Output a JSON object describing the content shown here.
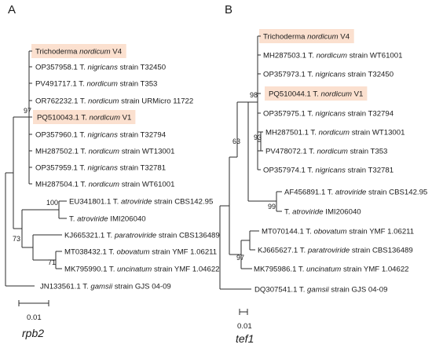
{
  "panels": [
    {
      "letter": "A",
      "gene": "rpb2",
      "scale_label": "0.01",
      "tips": [
        {
          "acc": "",
          "genus": "Trichoderma",
          "sp": "nordicum",
          "rest": "V4",
          "highlight": true
        },
        {
          "acc": "OP357958.1",
          "genus": "T.",
          "sp": "nigricans",
          "rest": "strain T32450"
        },
        {
          "acc": "PV491717.1",
          "genus": "T.",
          "sp": "nordicum",
          "rest": "strain T353"
        },
        {
          "acc": "OR762232.1",
          "genus": "T.",
          "sp": "nordicum",
          "rest": "strain URMicro 11722"
        },
        {
          "acc": "PQ510043.1",
          "genus": "T.",
          "sp": "nordicum",
          "rest": "V1",
          "highlight": true
        },
        {
          "acc": "OP357960.1",
          "genus": "T.",
          "sp": "nigricans",
          "rest": "strain T32794"
        },
        {
          "acc": "MH287502.1",
          "genus": "T.",
          "sp": "nordicum",
          "rest": "strain WT13001"
        },
        {
          "acc": "OP357959.1",
          "genus": "T.",
          "sp": "nigricans",
          "rest": "strain T32781"
        },
        {
          "acc": "MH287504.1",
          "genus": "T.",
          "sp": "nordicum",
          "rest": "strain WT61001"
        },
        {
          "acc": "EU341801.1",
          "genus": "T.",
          "sp": "atroviride",
          "rest": "strain CBS142.95"
        },
        {
          "acc": "",
          "genus": "T.",
          "sp": "atroviride",
          "rest": "IMI206040"
        },
        {
          "acc": "KJ665321.1",
          "genus": "T.",
          "sp": "paratroviride",
          "rest": "strain CBS136489"
        },
        {
          "acc": "MT038432.1",
          "genus": "T.",
          "sp": "obovatum",
          "rest": "strain YMF 1.06211"
        },
        {
          "acc": "MK795990.1",
          "genus": "T.",
          "sp": "uncinatum",
          "rest": "strain YMF 1.04622"
        },
        {
          "acc": "JN133561.1",
          "genus": "T.",
          "sp": "gamsii",
          "rest": "strain GJS 04-09"
        }
      ],
      "bootstraps": [
        "97",
        "100",
        "73",
        "71"
      ]
    },
    {
      "letter": "B",
      "gene": "tef1",
      "scale_label": "0.01",
      "tips": [
        {
          "acc": "",
          "genus": "Trichoderma",
          "sp": "nordicum",
          "rest": "V4",
          "highlight": true
        },
        {
          "acc": "MH287503.1",
          "genus": "T.",
          "sp": "nordicum",
          "rest": "strain WT61001"
        },
        {
          "acc": "OP357973.1",
          "genus": "T.",
          "sp": "nigricans",
          "rest": "strain T32450"
        },
        {
          "acc": "PQ510044.1",
          "genus": "T.",
          "sp": "nordicum",
          "rest": "V1",
          "highlight": true
        },
        {
          "acc": "OP357975.1",
          "genus": "T.",
          "sp": "nigricans",
          "rest": "strain T32794"
        },
        {
          "acc": "MH287501.1",
          "genus": "T.",
          "sp": "nordicum",
          "rest": "strain WT13001"
        },
        {
          "acc": "PV478072.1",
          "genus": "T.",
          "sp": "nordicum",
          "rest": "strain T353"
        },
        {
          "acc": "OP357974.1",
          "genus": "T.",
          "sp": "nigricans",
          "rest": "strain T32781"
        },
        {
          "acc": "AF456891.1",
          "genus": "T.",
          "sp": "atroviride",
          "rest": "strain CBS142.95"
        },
        {
          "acc": "",
          "genus": "T.",
          "sp": "atroviride",
          "rest": "IMI206040"
        },
        {
          "acc": "MT070144.1",
          "genus": "T.",
          "sp": "obovatum",
          "rest": "strain YMF 1.06211"
        },
        {
          "acc": "KJ665627.1",
          "genus": "T.",
          "sp": "paratroviride",
          "rest": "strain CBS136489"
        },
        {
          "acc": "MK795986.1",
          "genus": "T.",
          "sp": "uncinatum",
          "rest": "strain YMF 1.04622"
        },
        {
          "acc": "DQ307541.1",
          "genus": "T.",
          "sp": "gamsii",
          "rest": "strain GJS 04-09"
        }
      ],
      "bootstraps": [
        "98",
        "63",
        "93",
        "99",
        "97"
      ]
    }
  ],
  "colors": {
    "highlight": "#fbe0cf",
    "line": "#2b2b2b"
  }
}
